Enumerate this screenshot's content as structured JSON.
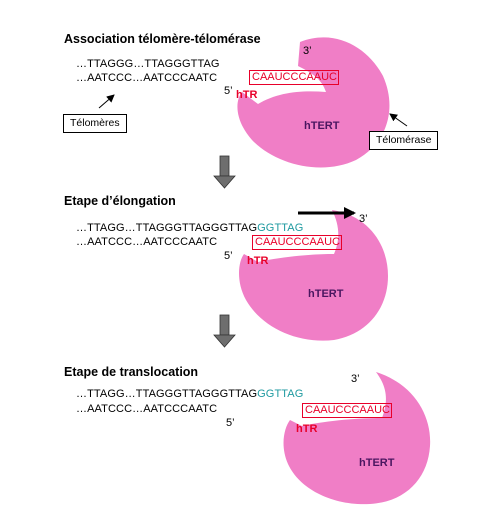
{
  "stage1": {
    "title": "Association télomère-télomérase",
    "top_strand": "…TTAGGG…TTAGGGTTAG",
    "bottom_strand": "…AATCCC…AATCCCAATC",
    "prime3": "3’",
    "prime5": "5’",
    "template_rna": "CAAUCCCAAUC",
    "hTR": "hTR",
    "hTERT": "hTERT",
    "label_telomeres": "Télomères",
    "label_telomerase": "Télomérase"
  },
  "stage2": {
    "title": "Etape d’élongation",
    "top_strand_black": "…TTAGG…TTAGGGTTAGGGTTAG",
    "top_strand_new": "GGTTAG",
    "bottom_strand": "…AATCCC…AATCCCAATC",
    "prime3": "3’",
    "prime5": "5’",
    "template_rna": "CAAUCCCAAUC",
    "hTR": "hTR",
    "hTERT": "hTERT"
  },
  "stage3": {
    "title": "Etape de translocation",
    "top_strand_black": "…TTAGG…TTAGGGTTAGGGTTAG",
    "top_strand_new": "GGTTAG",
    "bottom_strand": "…AATCCC…AATCCCAATC",
    "prime3": "3’",
    "prime5": "5’",
    "template_rna": "CAAUCCCAAUC",
    "hTR": "hTR",
    "hTERT": "hTERT"
  },
  "colors": {
    "enzyme_pink": "#f07ec6",
    "rna_red": "#e8002a",
    "hTERT_purple": "#4a1660",
    "new_dna_teal": "#1e9aa0",
    "process_arrow_gray": "#6e6e6e"
  }
}
